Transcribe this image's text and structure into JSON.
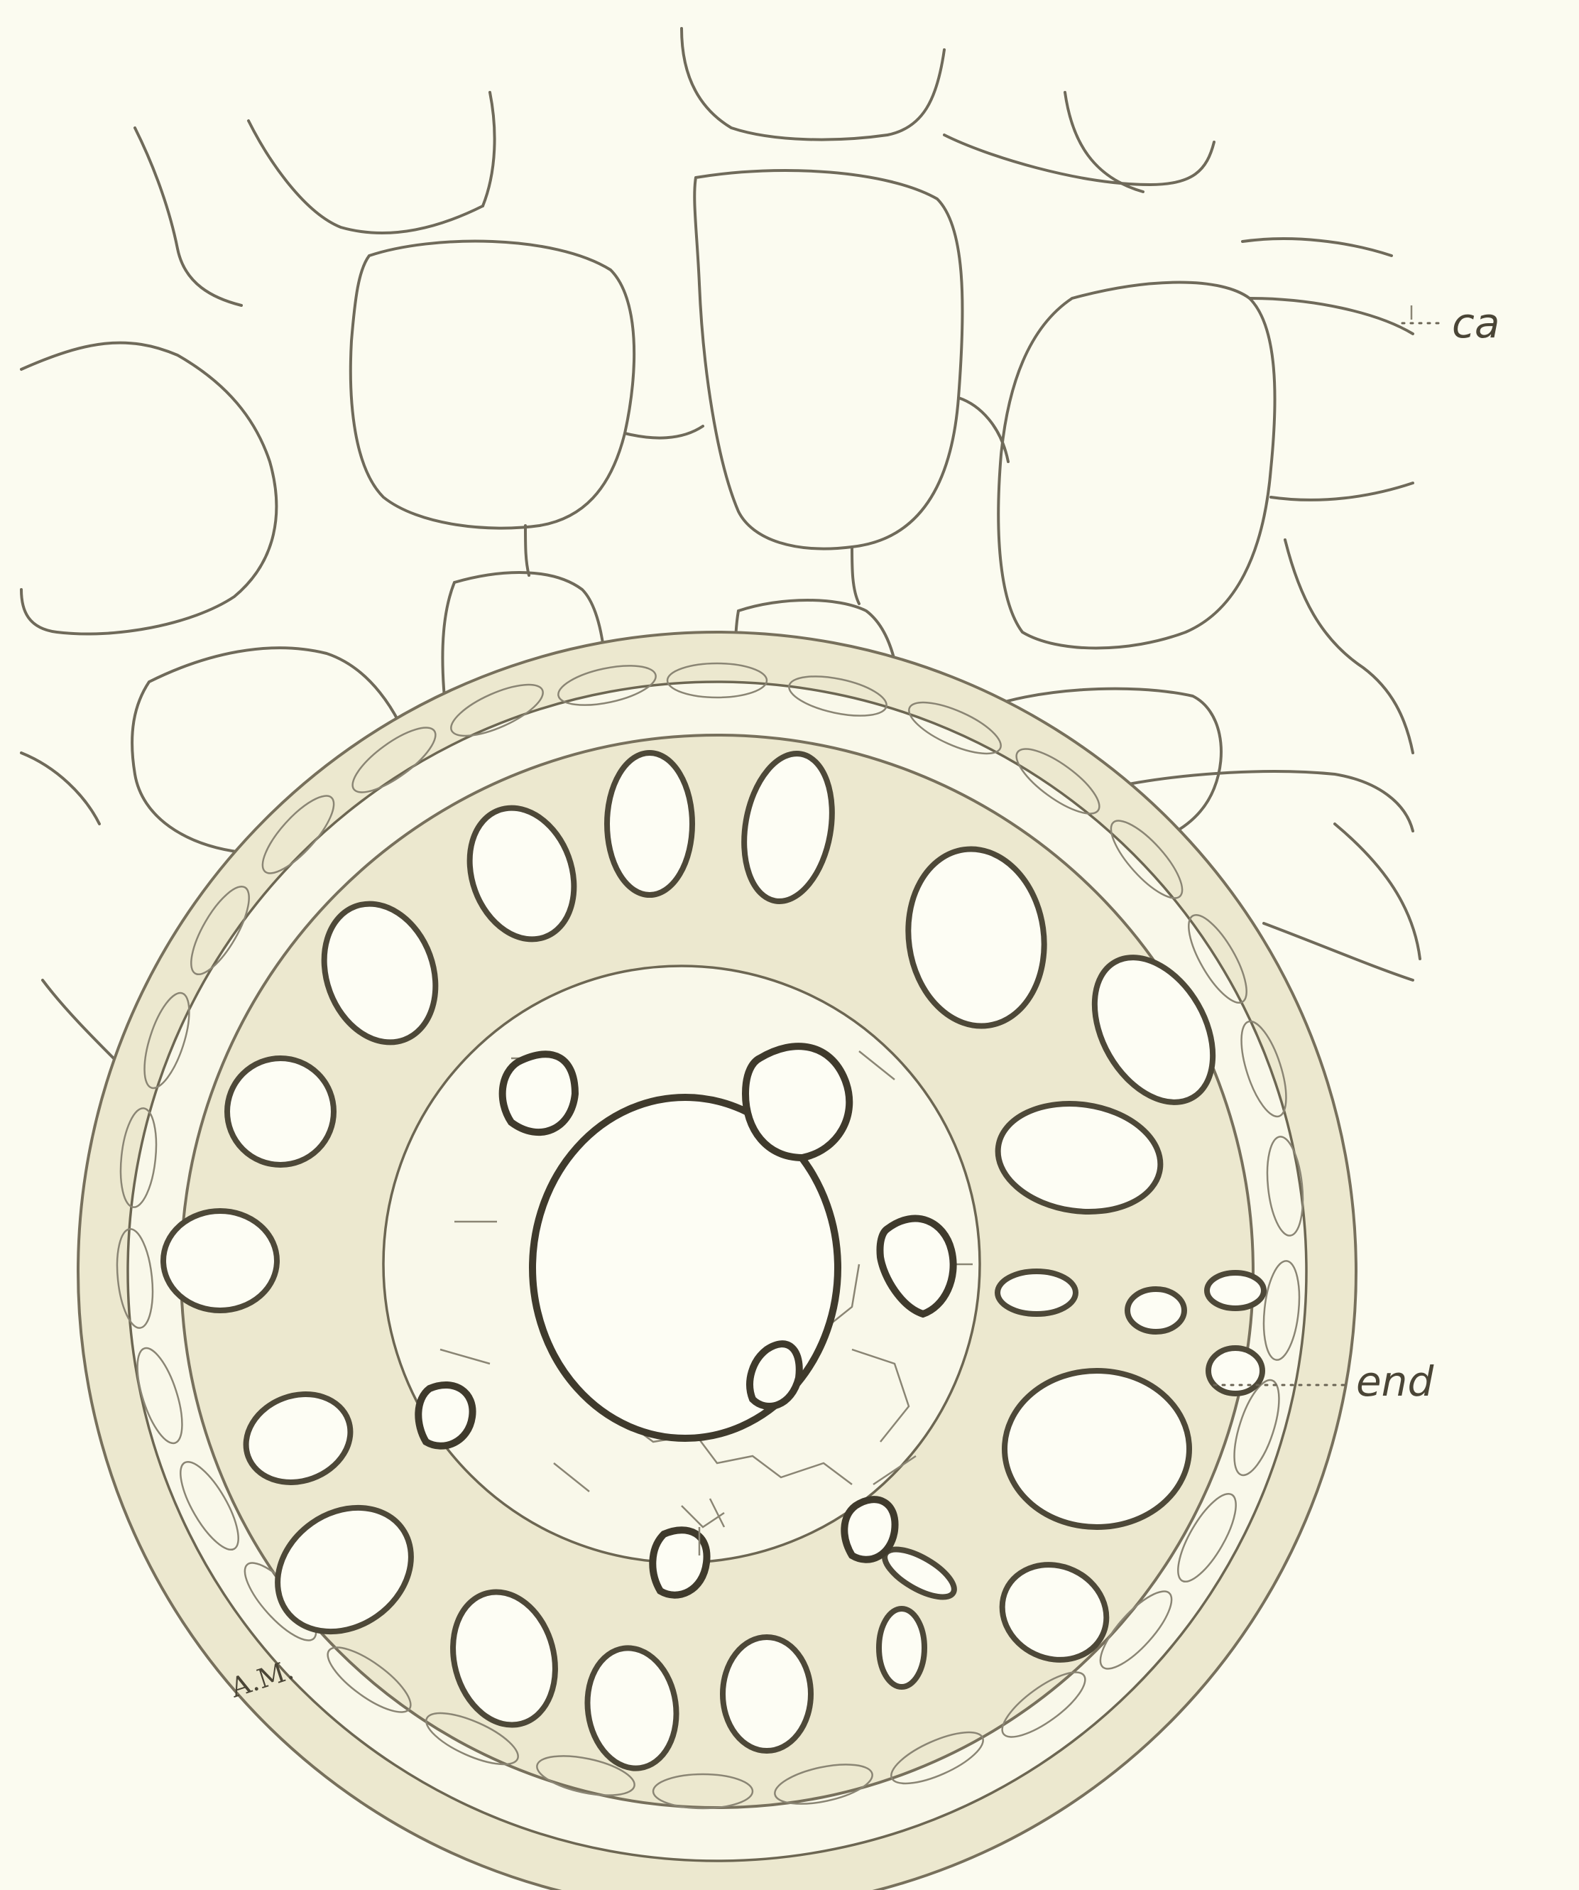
{
  "figure": {
    "labels": {
      "cortex": "ca",
      "endodermis": "end",
      "initials": "A.M."
    }
  }
}
